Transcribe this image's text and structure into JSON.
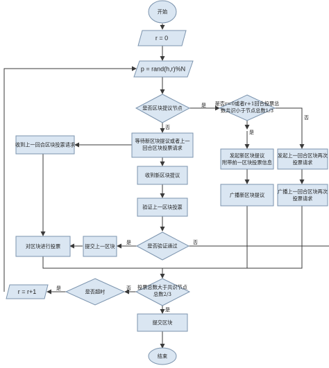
{
  "nodes": {
    "start": "开始",
    "r0": "r = 0",
    "prand": "p = rand(h,r)%N",
    "is_proposer": "是否区块提议节点",
    "check_line1": "是否r=0或者r+1回合投票总",
    "check_line2": "数共识小于节点总数1/3",
    "wait_line1": "等待新区块提议或者上一",
    "wait_line2": "回合区块投票请求",
    "recv_prev": "收到上一回合区块投票请求",
    "recv_new": "收到新区块提议",
    "verify_prev": "验证上一区块投票",
    "propose_line1": "发起新区块提议",
    "propose_line2": "附带前一区块投票信息",
    "reinit_line1": "发起上一回合区块再次",
    "reinit_line2": "投票请求",
    "broadcast_new": "广播新区块提议",
    "broadcast_line1": "广播上一回合区块再次",
    "broadcast_line2": "投票请求",
    "vote": "对区块进行投票",
    "submit_prev": "提交上一区块",
    "verify_pass": "是否验证通过",
    "timeout": "是否超时",
    "r_inc": "r = r+1",
    "threshold_line1": "投票总数大于共识节点",
    "threshold_line2": "总数2/3",
    "submit_block": "提交区块",
    "end": "结束"
  },
  "edge_labels": {
    "yes": "是",
    "no": "否"
  }
}
